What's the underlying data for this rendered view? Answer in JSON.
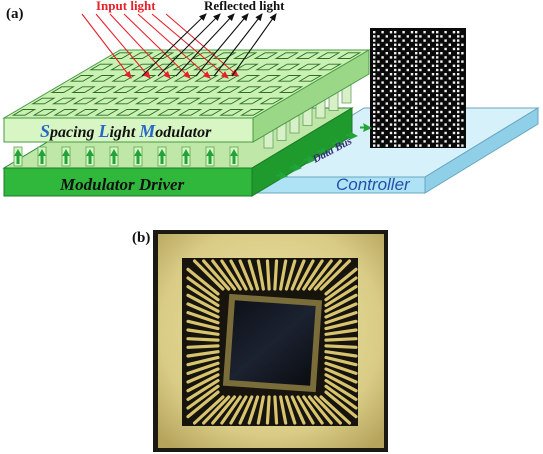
{
  "panel_a": {
    "label": "(a)",
    "input_light": "Input light",
    "reflected_light": "Reflected light",
    "slm": {
      "S": "S",
      "pacing": "pacing ",
      "L": "L",
      "ight": "ight ",
      "M": "M",
      "odulator": "odulator"
    },
    "modulator_driver": "Modulator Driver",
    "data_bus": "Data Bus",
    "controller": "Controller"
  },
  "panel_b": {
    "label": "(b)"
  },
  "colors": {
    "input_light": "#e8202a",
    "reflected_light": "#111111",
    "slm_face": "#c9f2b2",
    "driver_face": "#2fb83c",
    "controller_face": "#aee3f6",
    "arrow_green": "#21a43a",
    "slm_text_blue": "#2a66c8",
    "chip_gold": "#d6c87e"
  }
}
